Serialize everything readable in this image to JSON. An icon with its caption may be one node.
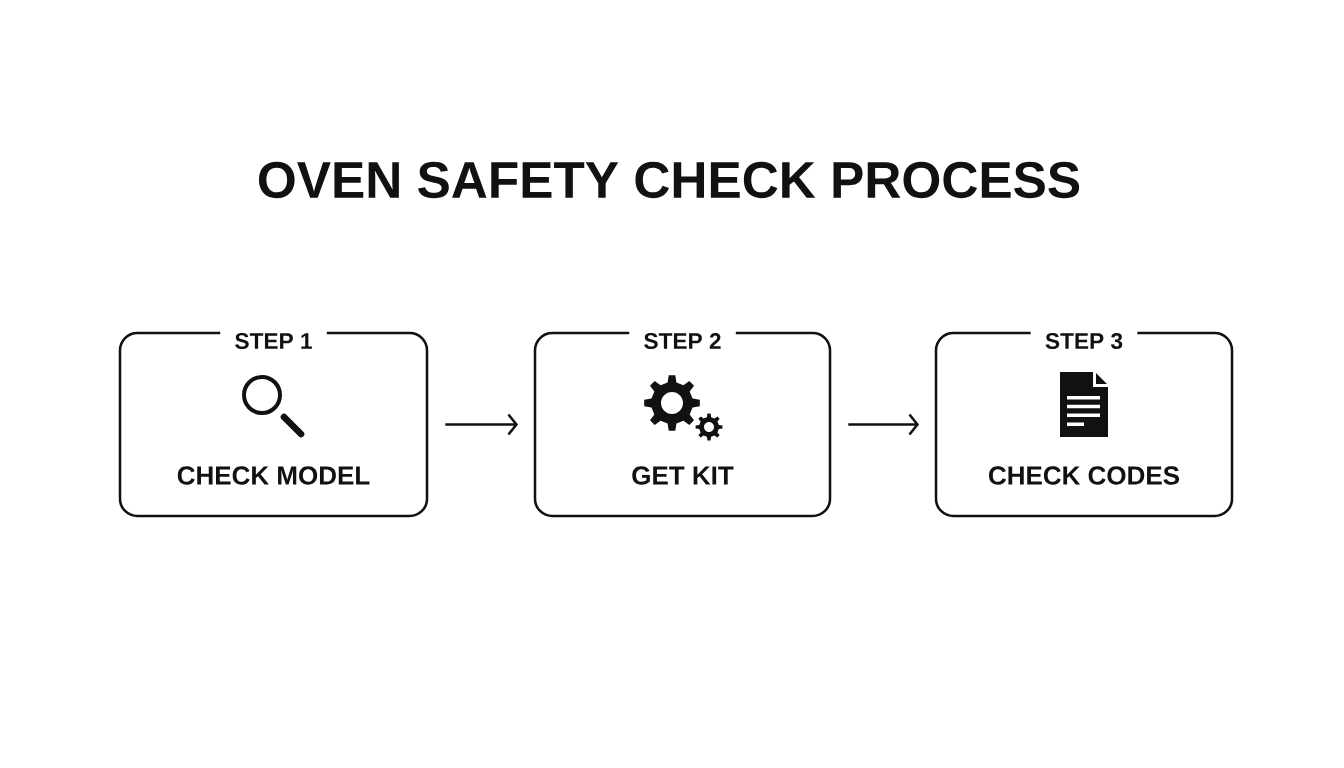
{
  "diagram": {
    "title": "OVEN SAFETY CHECK PROCESS",
    "nodes": [
      {
        "text": [
          "STEP 1",
          "CHECK MODEL"
        ]
      },
      {
        "text": [
          "STEP 2",
          "GET KIT"
        ]
      },
      {
        "text": [
          "STEP 3",
          "CHECK CODES"
        ]
      }
    ],
    "edges": [
      {
        "from": 0,
        "to": 1,
        "arrow": "to"
      },
      {
        "from": 1,
        "to": 2,
        "arrow": "to"
      }
    ]
  }
}
